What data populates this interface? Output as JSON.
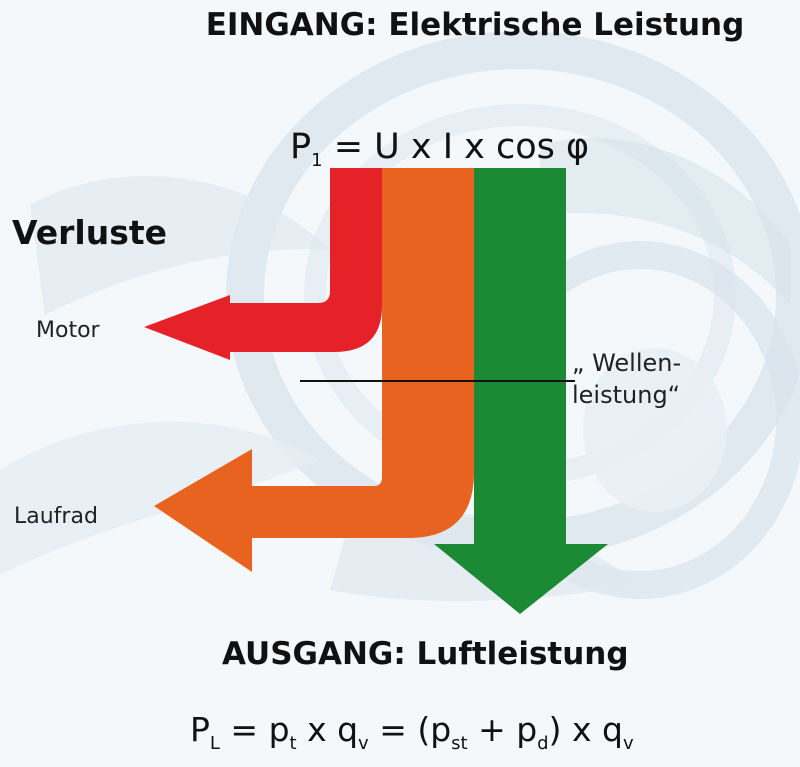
{
  "input": {
    "title": "EINGANG: Elektrische Leistung",
    "formula": {
      "p_main": "P",
      "p_sub": "1",
      "rest": " = U x I x cos φ"
    }
  },
  "losses": {
    "heading": "Verluste",
    "motor": "Motor",
    "impeller": "Laufrad"
  },
  "shaft": {
    "label": "„ Wellen-leistung“"
  },
  "output": {
    "title": "AUSGANG: Luftleistung",
    "formula": {
      "p_main": "P",
      "p_sub": "L",
      "eq1": " = p",
      "t_sub": "t",
      "x1": " x q",
      "v_sub1": "v",
      "eq2": " = (p",
      "st_sub": "st",
      "plus": " + p",
      "d_sub": "d",
      "close": ") x q",
      "v_sub2": "v"
    }
  },
  "colors": {
    "motor_loss": "#e52227",
    "impeller_loss": "#e96320",
    "shaft_power": "#1c8a35",
    "text": "#111111"
  },
  "icons": {
    "motor_arrow": "left-arrow-icon",
    "impeller_arrow": "left-arrow-icon",
    "output_arrow": "down-arrow-icon"
  }
}
